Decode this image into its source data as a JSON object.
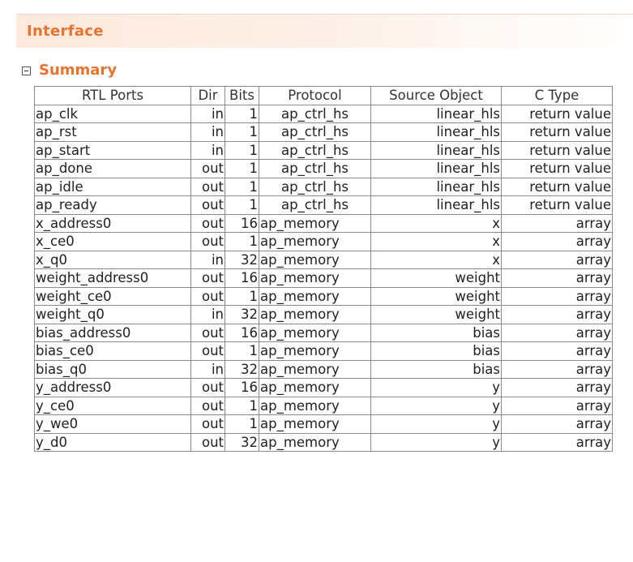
{
  "section": {
    "title": "Interface"
  },
  "summary": {
    "label": "Summary"
  },
  "table": {
    "headers": [
      "RTL Ports",
      "Dir",
      "Bits",
      "Protocol",
      "Source Object",
      "C Type"
    ],
    "rows": [
      [
        "ap_clk",
        "in",
        "1",
        "ap_ctrl_hs",
        "linear_hls",
        "return value"
      ],
      [
        "ap_rst",
        "in",
        "1",
        "ap_ctrl_hs",
        "linear_hls",
        "return value"
      ],
      [
        "ap_start",
        "in",
        "1",
        "ap_ctrl_hs",
        "linear_hls",
        "return value"
      ],
      [
        "ap_done",
        "out",
        "1",
        "ap_ctrl_hs",
        "linear_hls",
        "return value"
      ],
      [
        "ap_idle",
        "out",
        "1",
        "ap_ctrl_hs",
        "linear_hls",
        "return value"
      ],
      [
        "ap_ready",
        "out",
        "1",
        "ap_ctrl_hs",
        "linear_hls",
        "return value"
      ],
      [
        "x_address0",
        "out",
        "16",
        "ap_memory",
        "x",
        "array"
      ],
      [
        "x_ce0",
        "out",
        "1",
        "ap_memory",
        "x",
        "array"
      ],
      [
        "x_q0",
        "in",
        "32",
        "ap_memory",
        "x",
        "array"
      ],
      [
        "weight_address0",
        "out",
        "16",
        "ap_memory",
        "weight",
        "array"
      ],
      [
        "weight_ce0",
        "out",
        "1",
        "ap_memory",
        "weight",
        "array"
      ],
      [
        "weight_q0",
        "in",
        "32",
        "ap_memory",
        "weight",
        "array"
      ],
      [
        "bias_address0",
        "out",
        "16",
        "ap_memory",
        "bias",
        "array"
      ],
      [
        "bias_ce0",
        "out",
        "1",
        "ap_memory",
        "bias",
        "array"
      ],
      [
        "bias_q0",
        "in",
        "32",
        "ap_memory",
        "bias",
        "array"
      ],
      [
        "y_address0",
        "out",
        "16",
        "ap_memory",
        "y",
        "array"
      ],
      [
        "y_ce0",
        "out",
        "1",
        "ap_memory",
        "y",
        "array"
      ],
      [
        "y_we0",
        "out",
        "1",
        "ap_memory",
        "y",
        "array"
      ],
      [
        "y_d0",
        "out",
        "32",
        "ap_memory",
        "y",
        "array"
      ]
    ]
  },
  "colors": {
    "accent": "#e8732e",
    "header_bg": "#fde9dd",
    "border": "#8a8a8a"
  }
}
